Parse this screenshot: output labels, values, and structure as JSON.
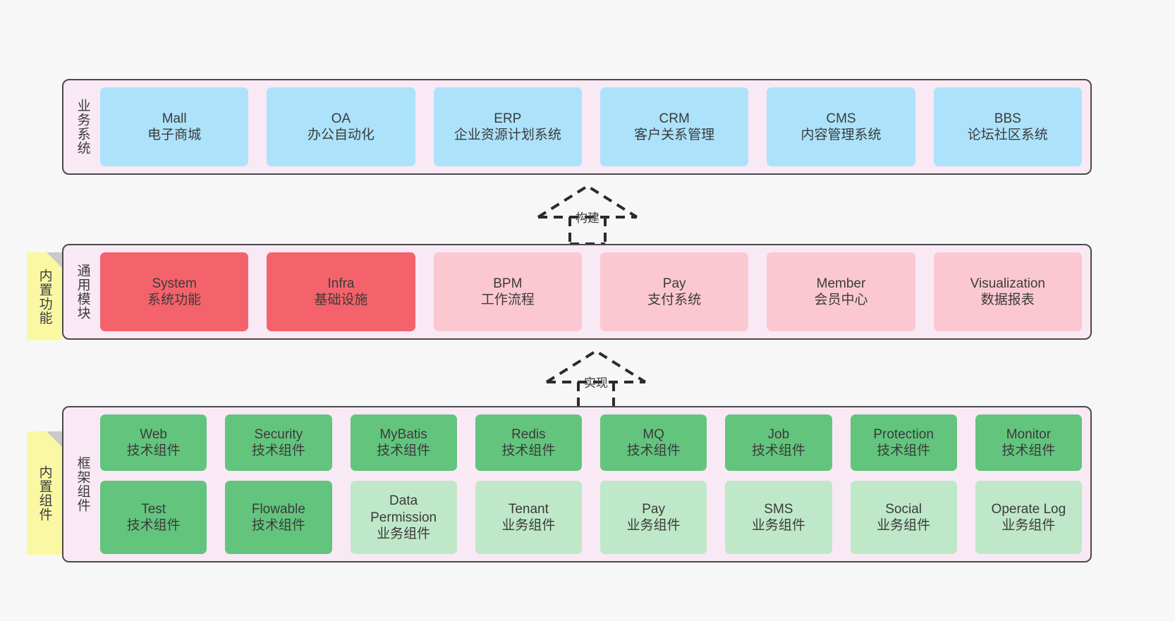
{
  "diagram": {
    "background_color": "#f7f7f7",
    "layer_fill": "#f9e9f5",
    "layer_border": "#4a4a4a",
    "note_color": "#fbf8a4",
    "colors": {
      "blue": "#ade2fb",
      "red": "#f4636b",
      "pink": "#fbc8d2",
      "green": "#63c47e",
      "light_green": "#bfe8c8"
    }
  },
  "layers": [
    {
      "id": "business-systems",
      "title": "业务系统",
      "rows": [
        [
          {
            "name": "Mall",
            "sub": "电子商城",
            "color": "blue"
          },
          {
            "name": "OA",
            "sub": "办公自动化",
            "color": "blue"
          },
          {
            "name": "ERP",
            "sub": "企业资源计划系统",
            "color": "blue"
          },
          {
            "name": "CRM",
            "sub": "客户关系管理",
            "color": "blue"
          },
          {
            "name": "CMS",
            "sub": "内容管理系统",
            "color": "blue"
          },
          {
            "name": "BBS",
            "sub": "论坛社区系统",
            "color": "blue"
          }
        ]
      ]
    },
    {
      "id": "common-modules",
      "title": "通用模块",
      "note": "内置功能",
      "rows": [
        [
          {
            "name": "System",
            "sub": "系统功能",
            "color": "red"
          },
          {
            "name": "Infra",
            "sub": "基础设施",
            "color": "red"
          },
          {
            "name": "BPM",
            "sub": "工作流程",
            "color": "pink"
          },
          {
            "name": "Pay",
            "sub": "支付系统",
            "color": "pink"
          },
          {
            "name": "Member",
            "sub": "会员中心",
            "color": "pink"
          },
          {
            "name": "Visualization",
            "sub": "数据报表",
            "color": "pink"
          }
        ]
      ]
    },
    {
      "id": "framework-components",
      "title": "框架组件",
      "note": "内置组件",
      "rows": [
        [
          {
            "name": "Web",
            "sub": "技术组件",
            "color": "green"
          },
          {
            "name": "Security",
            "sub": "技术组件",
            "color": "green"
          },
          {
            "name": "MyBatis",
            "sub": "技术组件",
            "color": "green"
          },
          {
            "name": "Redis",
            "sub": "技术组件",
            "color": "green"
          },
          {
            "name": "MQ",
            "sub": "技术组件",
            "color": "green"
          },
          {
            "name": "Job",
            "sub": "技术组件",
            "color": "green"
          },
          {
            "name": "Protection",
            "sub": "技术组件",
            "color": "green"
          },
          {
            "name": "Monitor",
            "sub": "技术组件",
            "color": "green"
          }
        ],
        [
          {
            "name": "Test",
            "sub": "技术组件",
            "color": "green"
          },
          {
            "name": "Flowable",
            "sub": "技术组件",
            "color": "green"
          },
          {
            "name": "Data Permission",
            "sub": "业务组件",
            "color": "lightgreen"
          },
          {
            "name": "Tenant",
            "sub": "业务组件",
            "color": "lightgreen"
          },
          {
            "name": "Pay",
            "sub": "业务组件",
            "color": "lightgreen"
          },
          {
            "name": "SMS",
            "sub": "业务组件",
            "color": "lightgreen"
          },
          {
            "name": "Social",
            "sub": "业务组件",
            "color": "lightgreen"
          },
          {
            "name": "Operate Log",
            "sub": "业务组件",
            "color": "lightgreen"
          }
        ]
      ]
    }
  ],
  "arrows": [
    {
      "id": "build-arrow",
      "label": "构建"
    },
    {
      "id": "realize-arrow",
      "label": "实现"
    }
  ]
}
